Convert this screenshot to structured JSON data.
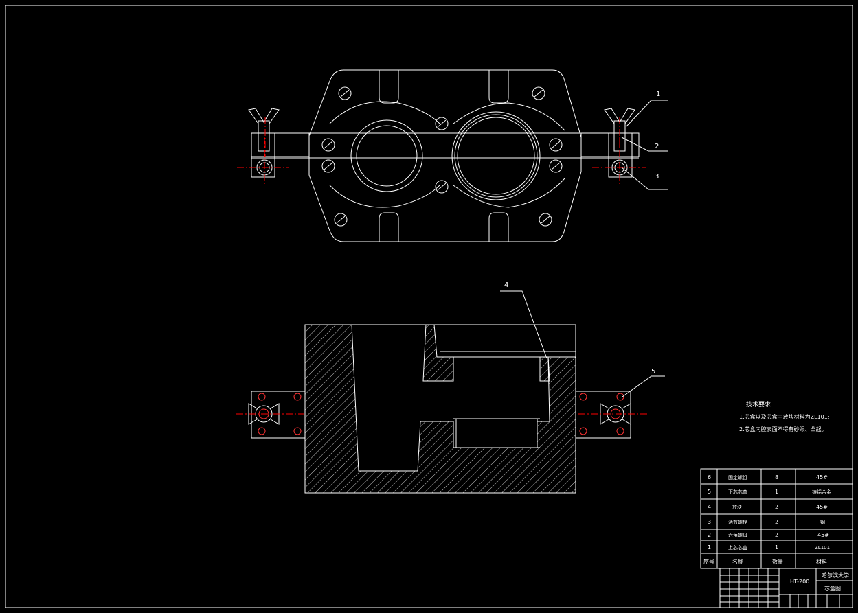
{
  "colors": {
    "background": "#000000",
    "line": "#ffffff",
    "center_line": "#ff0000",
    "hatch": "#ffffff"
  },
  "balloons": [
    "1",
    "2",
    "3",
    "4",
    "5"
  ],
  "tech_requirements": {
    "heading": "技术要求",
    "items": [
      "1.芯盒以及芯盒中放块材料为ZL101;",
      "2.芯盒内腔表面不得有砂眼、凸起。"
    ]
  },
  "bom": {
    "rows": [
      {
        "no": "6",
        "name": "固定螺钉",
        "qty": "8",
        "material": "45#"
      },
      {
        "no": "5",
        "name": "下芯芯盒",
        "qty": "1",
        "material": "铸铝合金"
      },
      {
        "no": "4",
        "name": "放块",
        "qty": "2",
        "material": "45#"
      },
      {
        "no": "3",
        "name": "活节螺栓",
        "qty": "2",
        "material": "钢"
      },
      {
        "no": "2",
        "name": "六角螺母",
        "qty": "2",
        "material": "45#"
      },
      {
        "no": "1",
        "name": "上芯芯盒",
        "qty": "1",
        "material": "ZL101"
      }
    ],
    "header": {
      "no": "序号",
      "name": "名称",
      "qty": "数量",
      "material": "材料"
    }
  },
  "title_block": {
    "material_code": "HT-200",
    "school": "哈尔滨大学",
    "drawing_name": "芯盒图"
  }
}
